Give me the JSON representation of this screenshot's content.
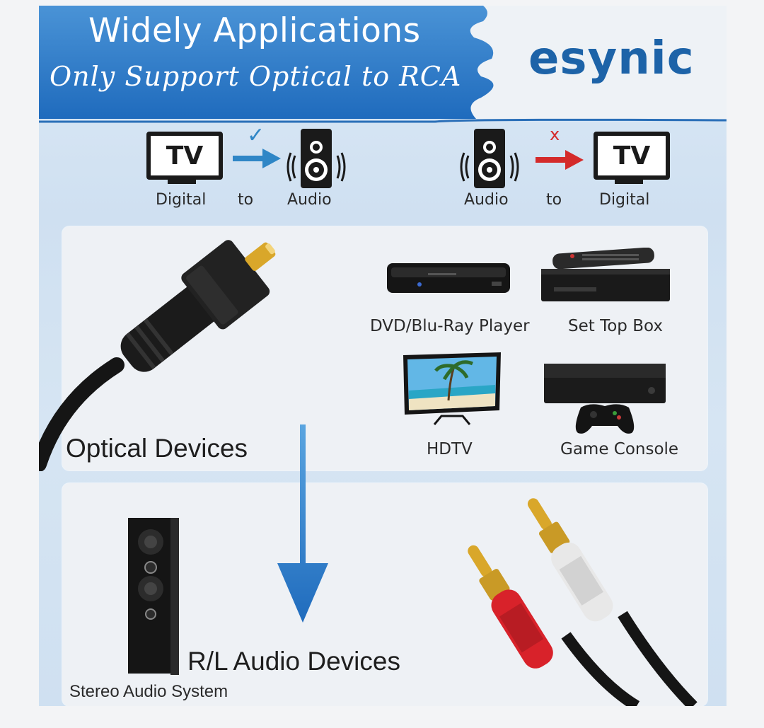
{
  "header": {
    "title": "Widely Applications",
    "subtitle": "Only Support Optical to RCA",
    "brand": "esynic"
  },
  "flows": {
    "supported": {
      "from_icon_text": "TV",
      "from_label": "Digital",
      "connector": "to",
      "to_label": "Audio",
      "status_mark": "✓",
      "arrow_color": "#2f86c6"
    },
    "unsupported": {
      "from_label": "Audio",
      "connector": "to",
      "to_icon_text": "TV",
      "to_label": "Digital",
      "status_mark": "x",
      "arrow_color": "#d42a2a"
    }
  },
  "optical_section": {
    "title": "Optical Devices",
    "devices": [
      {
        "label": "DVD/Blu-Ray Player",
        "icon": "bluray-player-icon"
      },
      {
        "label": "Set Top Box",
        "icon": "set-top-box-icon"
      },
      {
        "label": "HDTV",
        "icon": "hdtv-icon"
      },
      {
        "label": "Game Console",
        "icon": "game-console-icon"
      }
    ]
  },
  "rca_section": {
    "title": "R/L Audio Devices",
    "device_label": "Stereo Audio System"
  },
  "colors": {
    "brand_blue": "#1d63a8",
    "banner_blue": "#2a78c8",
    "rca_red": "#d8222a",
    "rca_white": "#e8e8e8",
    "gold": "#d9a72a"
  }
}
